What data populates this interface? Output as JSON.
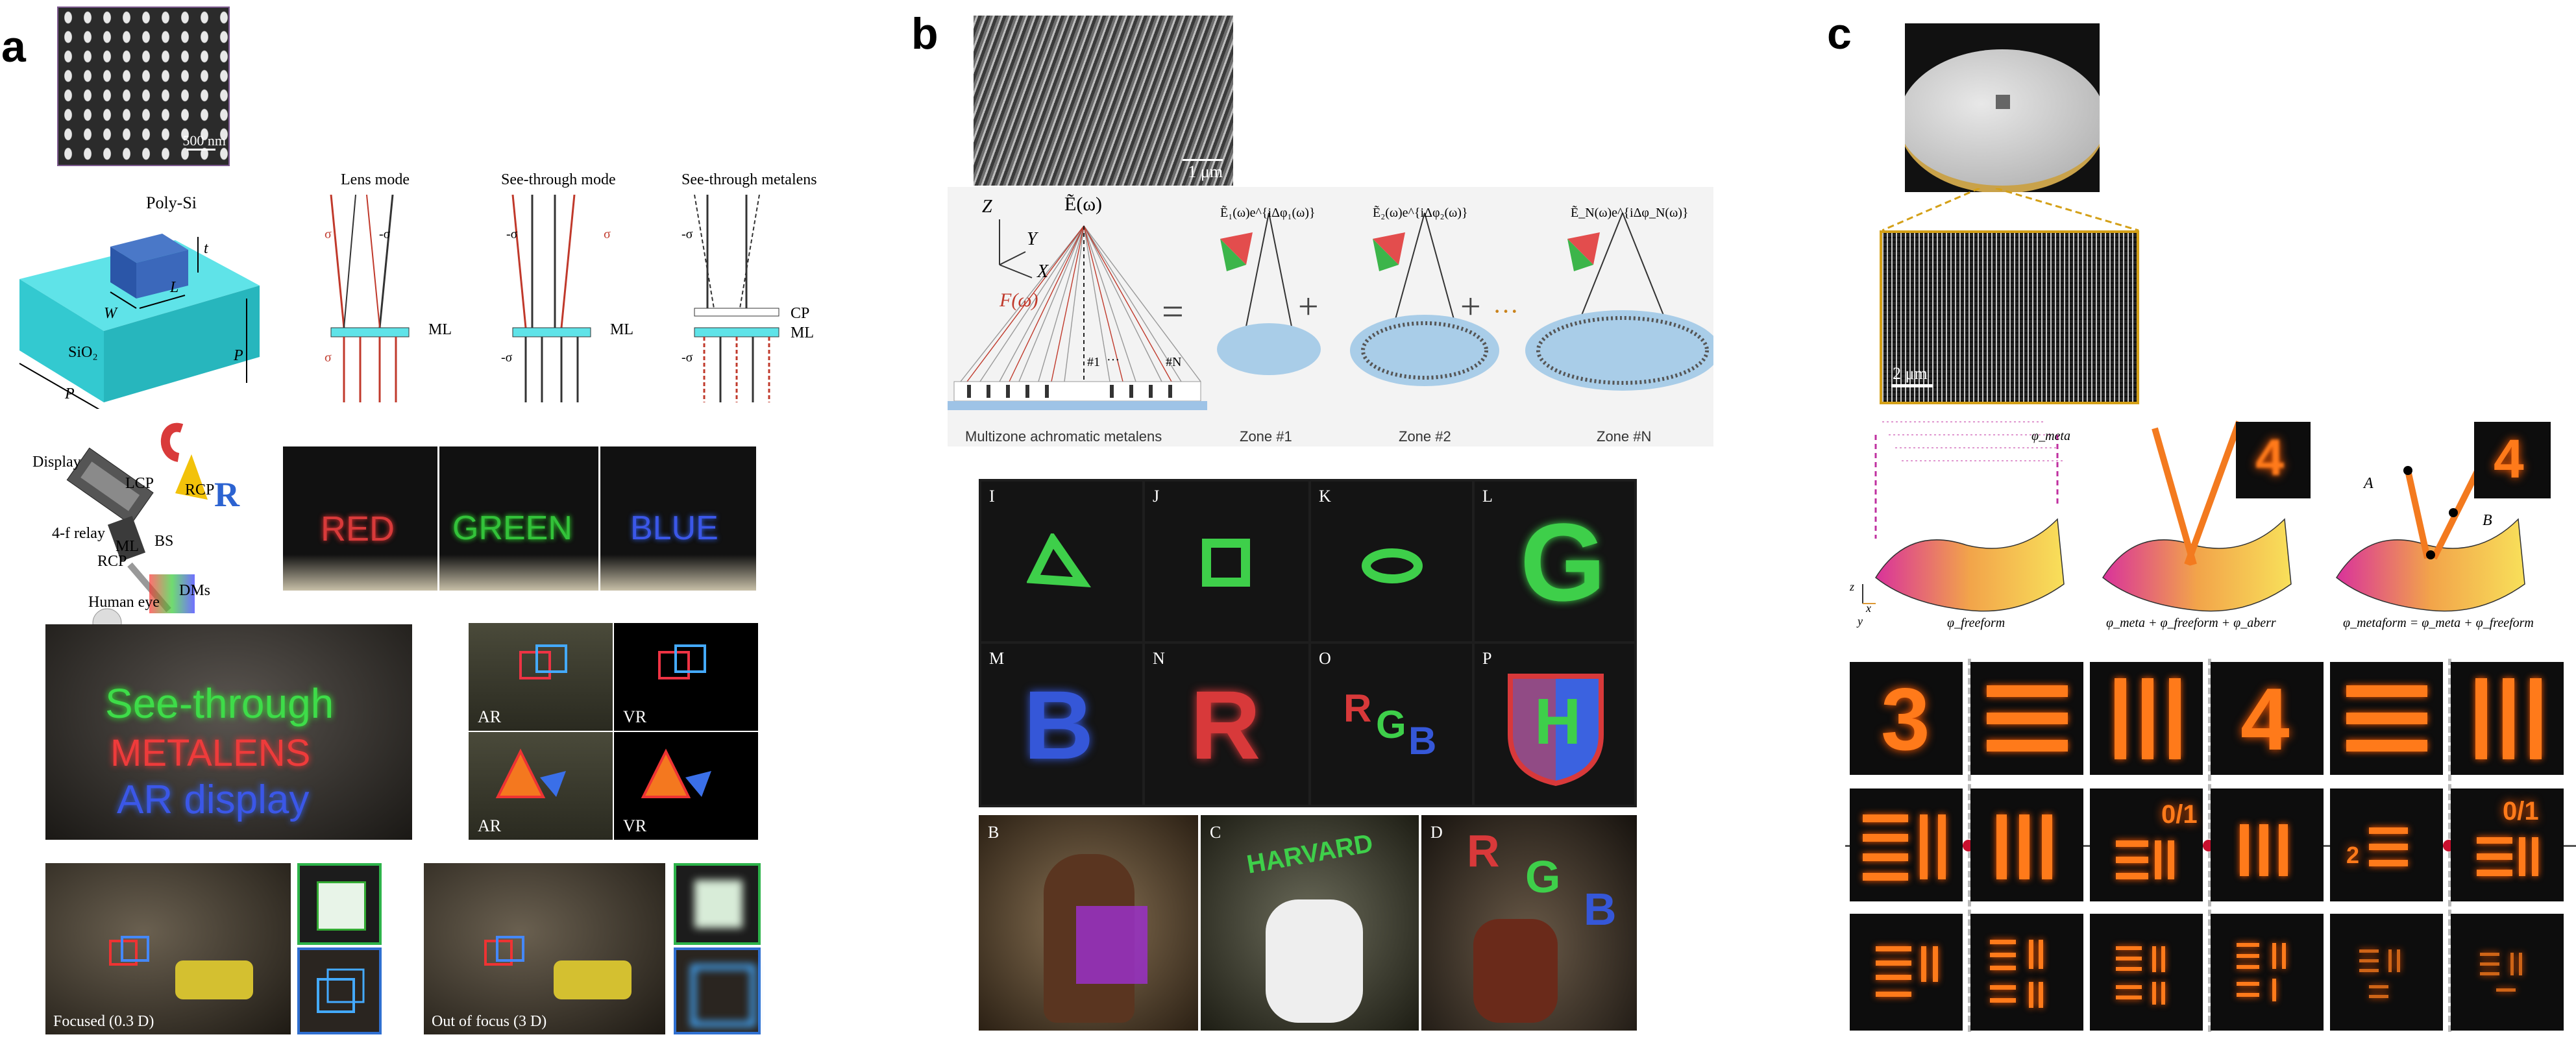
{
  "panels": {
    "a": {
      "letter": "a",
      "sem_scale": "500 nm",
      "unit_cell": {
        "top": "Poly-Si",
        "t": "t",
        "L": "L",
        "W": "W",
        "sub": "SiO₂",
        "p1": "P",
        "p2": "P"
      },
      "modes": {
        "lens": "Lens mode",
        "see": "See-through mode",
        "metalens": "See-through metalens",
        "ml": "ML",
        "cp": "CP",
        "sigma": "σ",
        "neg_sigma": "-σ"
      },
      "setup": {
        "display": "Display",
        "lcp": "LCP",
        "relay": "4-f relay",
        "ml": "ML",
        "bs": "BS",
        "rcp1": "RCP",
        "rcp2": "RCP",
        "dms": "DMs",
        "eye": "Human eye"
      },
      "rgb_words": [
        "RED",
        "GREEN",
        "BLUE"
      ],
      "scene_words": [
        "See-through",
        "METALENS",
        "AR display"
      ],
      "ar_vr": [
        "AR",
        "VR",
        "AR",
        "VR"
      ],
      "focus": {
        "focused": "Focused (0.3 D)",
        "defocused": "Out of focus (3 D)"
      }
    },
    "b": {
      "letter": "b",
      "sem_scale": "1 μm",
      "axes": {
        "z": "Z",
        "y": "Y",
        "x": "X"
      },
      "field": "Ẽ(ω)",
      "f_label": "F(ω)",
      "zone_fields": [
        "Ẽ₁(ω)e^{iΔφ₁(ω)}",
        "Ẽ₂(ω)e^{iΔφ₂(ω)}",
        "Ẽ_N(ω)e^{iΔφ_N(ω)}"
      ],
      "ops": [
        "=",
        "+",
        "+",
        "···"
      ],
      "zone_marks": [
        "#1",
        "···",
        "#N"
      ],
      "caption": "Multizone achromatic metalens",
      "zones": [
        "Zone #1",
        "Zone #2",
        "Zone #N"
      ],
      "grid_labels": [
        "I",
        "J",
        "K",
        "L",
        "M",
        "N",
        "O",
        "P"
      ],
      "grid_letters": [
        "",
        "",
        "",
        "G",
        "B",
        "R",
        "",
        "H"
      ],
      "rgb_letters": [
        "R",
        "G",
        "B"
      ],
      "photo_labels": [
        "B",
        "C",
        "D"
      ],
      "photo_text": {
        "harvard": "HARVARD",
        "rgb": [
          "R",
          "G",
          "B"
        ]
      }
    },
    "c": {
      "letter": "c",
      "sem_scale": "2 μm",
      "phi_meta": "φ_meta",
      "formulas": [
        "φ_freeform",
        "φ_meta + φ_freeform + φ_aberr",
        "φ_metaform = φ_meta + φ_freeform"
      ],
      "axes": {
        "z": "z",
        "x": "x",
        "y": "y"
      },
      "points": {
        "a": "A",
        "b": "B"
      },
      "digits": {
        "four": "4",
        "three": "3"
      },
      "rows": [
        [
          "3",
          "",
          "",
          "4",
          "",
          ""
        ],
        [
          "",
          "",
          "0/1",
          "",
          "2",
          "0/1"
        ],
        [
          "",
          "",
          "",
          "",
          "",
          ""
        ]
      ]
    }
  },
  "colors": {
    "cyan": "#39d6dc",
    "red_beam": "#c0392b",
    "orange": "#ff7a1a",
    "green": "#3ecf4a",
    "blue_letter": "#3557d8"
  }
}
